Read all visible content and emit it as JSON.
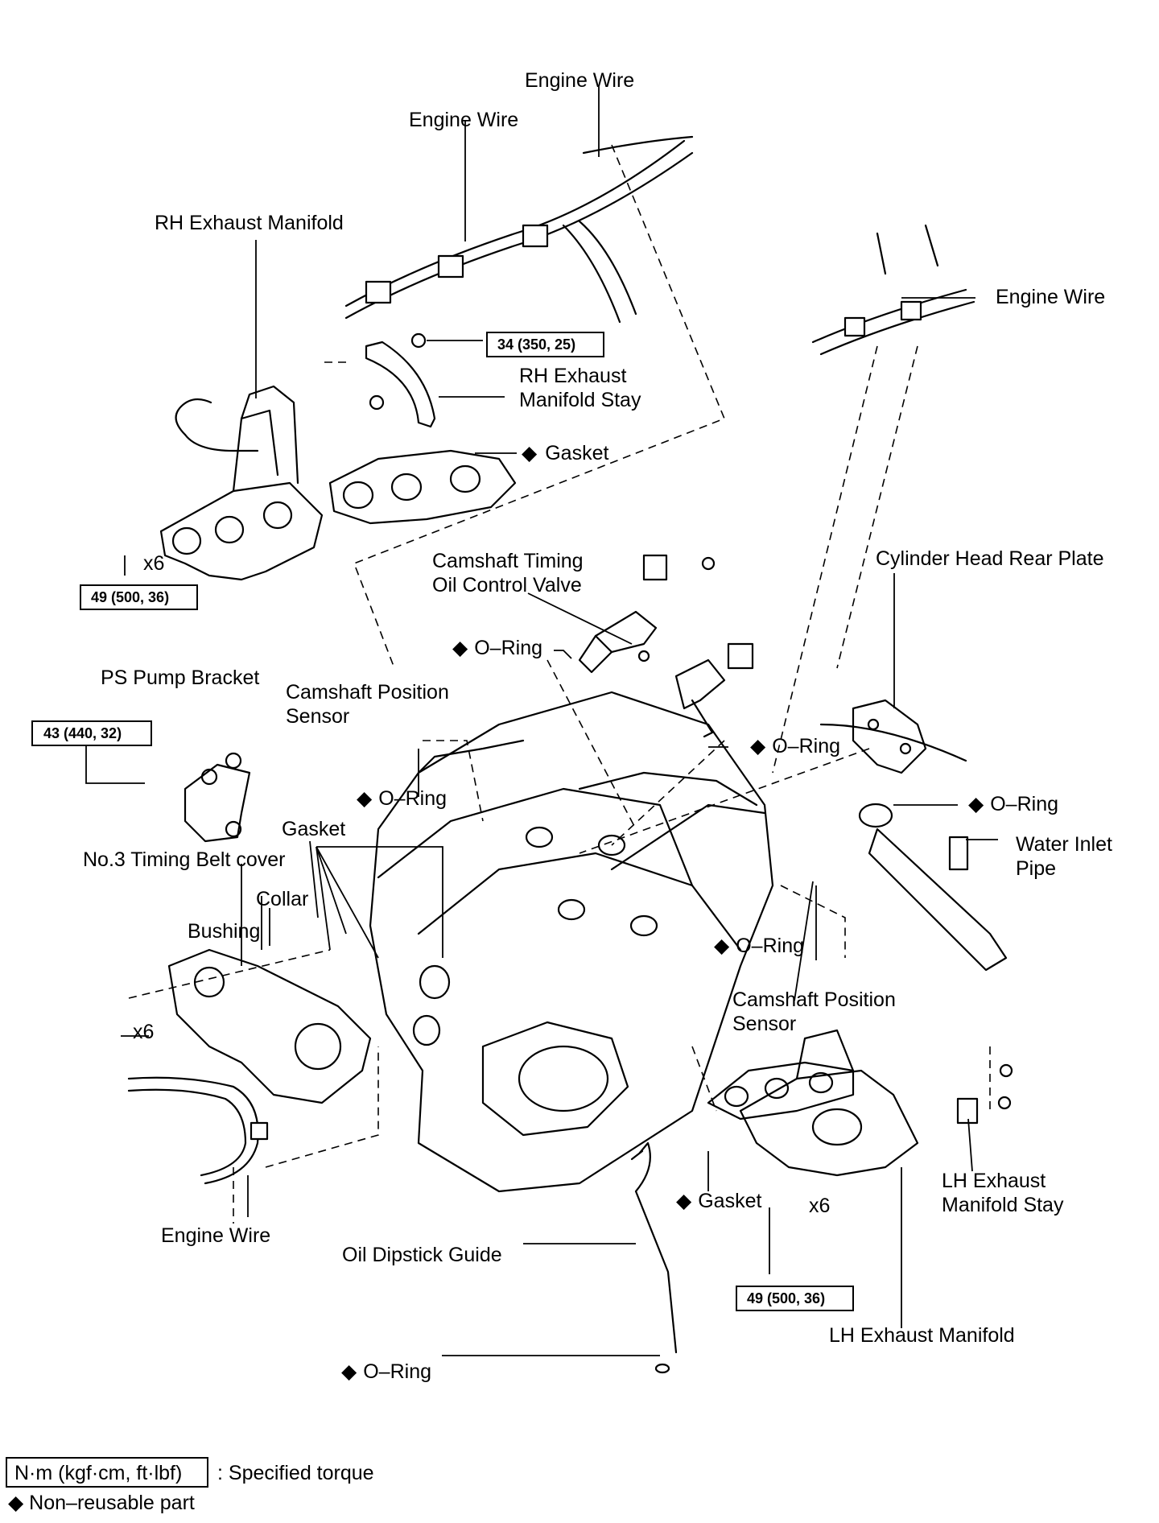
{
  "labels": {
    "engine_wire_top": "Engine Wire",
    "engine_wire_mid": "Engine Wire",
    "engine_wire_right": "Engine Wire",
    "engine_wire_bottom": "Engine Wire",
    "rh_exhaust_manifold": "RH Exhaust Manifold",
    "rh_stay_line1": "RH Exhaust",
    "rh_stay_line2": "Manifold Stay",
    "gasket_rh": "Gasket",
    "camshaft_timing_line1": "Camshaft Timing",
    "camshaft_timing_line2": "Oil Control Valve",
    "cylinder_head_rear_plate": "Cylinder Head Rear Plate",
    "oring_1": "O–Ring",
    "oring_2": "O–Ring",
    "oring_3": "O–Ring",
    "oring_4": "O–Ring",
    "oring_5": "O–Ring",
    "oring_6": "O–Ring",
    "ps_pump_bracket": "PS Pump Bracket",
    "cam_pos_sensor_left_line1": "Camshaft Position",
    "cam_pos_sensor_left_line2": "Sensor",
    "cam_pos_sensor_right_line1": "Camshaft Position",
    "cam_pos_sensor_right_line2": "Sensor",
    "gasket_mid": "Gasket",
    "timing_belt_cover": "No.3 Timing Belt cover",
    "collar": "Collar",
    "bushing": "Bushing",
    "water_inlet_line1": "Water Inlet",
    "water_inlet_line2": "Pipe",
    "lh_stay_line1": "LH Exhaust",
    "lh_stay_line2": "Manifold Stay",
    "lh_exhaust_manifold": "LH Exhaust Manifold",
    "gasket_lh": "Gasket",
    "oil_dipstick_guide": "Oil Dipstick Guide",
    "x6_rh": "x6",
    "x6_cover": "x6",
    "x6_lh": "x6"
  },
  "torques": {
    "rh_stay": "34 (350, 25)",
    "rh_manifold": "49 (500, 36)",
    "ps_bracket": "43 (440, 32)",
    "lh_manifold": "49 (500, 36)"
  },
  "legend": {
    "unit_box": "N·m (kgf·cm, ft·lbf)",
    "unit_desc": ": Specified torque",
    "nonreusable": "◆ Non–reusable part"
  },
  "symbols": {
    "nonreusable_marker": "◆"
  }
}
